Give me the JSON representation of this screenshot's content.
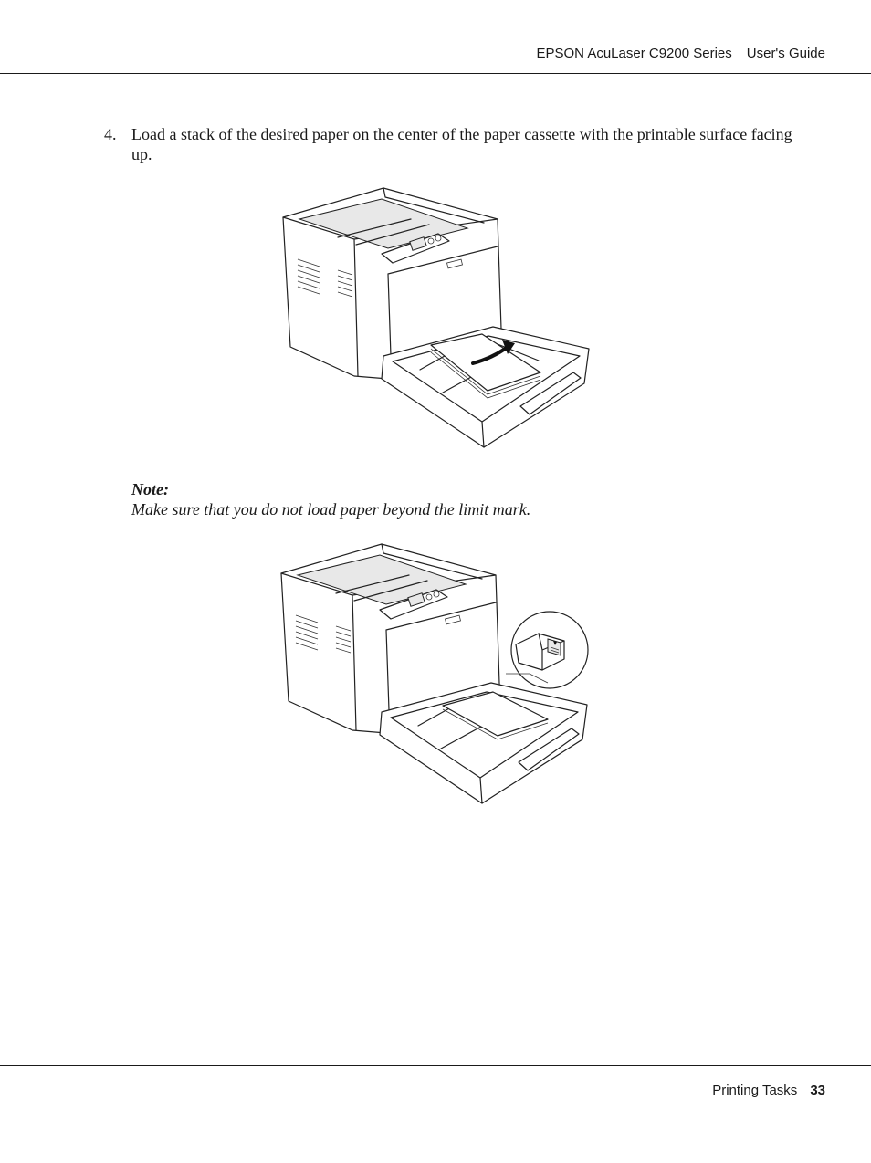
{
  "header": {
    "product": "EPSON AcuLaser C9200 Series",
    "doc": "User's Guide"
  },
  "step": {
    "number": "4.",
    "text": "Load a stack of the desired paper on the center of the paper cassette with the printable surface facing up."
  },
  "note": {
    "label": "Note:",
    "text": "Make sure that you do not load paper beyond the limit mark."
  },
  "footer": {
    "section": "Printing Tasks",
    "page": "33"
  }
}
